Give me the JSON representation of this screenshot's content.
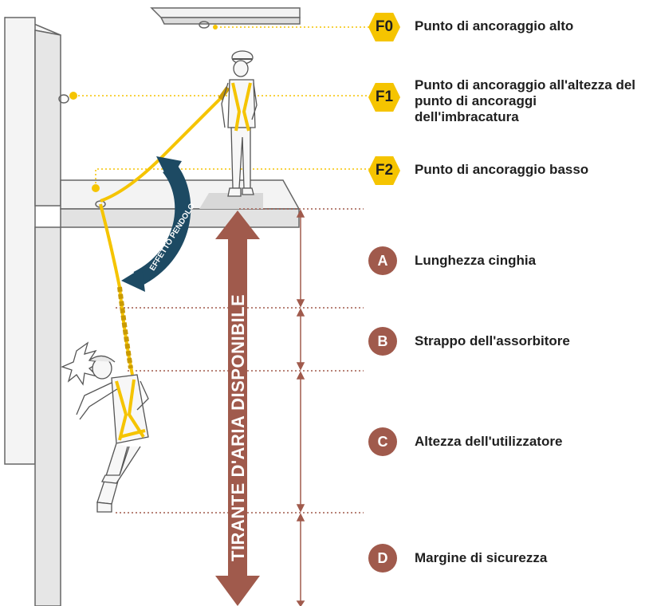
{
  "anchors": [
    {
      "badge": "F0",
      "label": "Punto di ancoraggio alto"
    },
    {
      "badge": "F1",
      "label": "Punto di ancoraggio all'altezza del punto di ancoraggi dell'imbracatura"
    },
    {
      "badge": "F2",
      "label": "Punto di ancoraggio basso"
    }
  ],
  "segments": [
    {
      "badge": "A",
      "label": "Lunghezza cinghia"
    },
    {
      "badge": "B",
      "label": "Strappo dell'assorbitore"
    },
    {
      "badge": "C",
      "label": "Altezza dell'utilizzatore"
    },
    {
      "badge": "D",
      "label": "Margine di sicurezza"
    }
  ],
  "arrow_label": "TIRANTE D'ARIA DISPONIBILE",
  "pendulum_label": "EFFETTO PENDOLO",
  "colors": {
    "yellow": "#f5c400",
    "brown": "#a05a4c",
    "navy": "#1d4a63",
    "wall": "#f2f2f2",
    "line": "#555555"
  }
}
